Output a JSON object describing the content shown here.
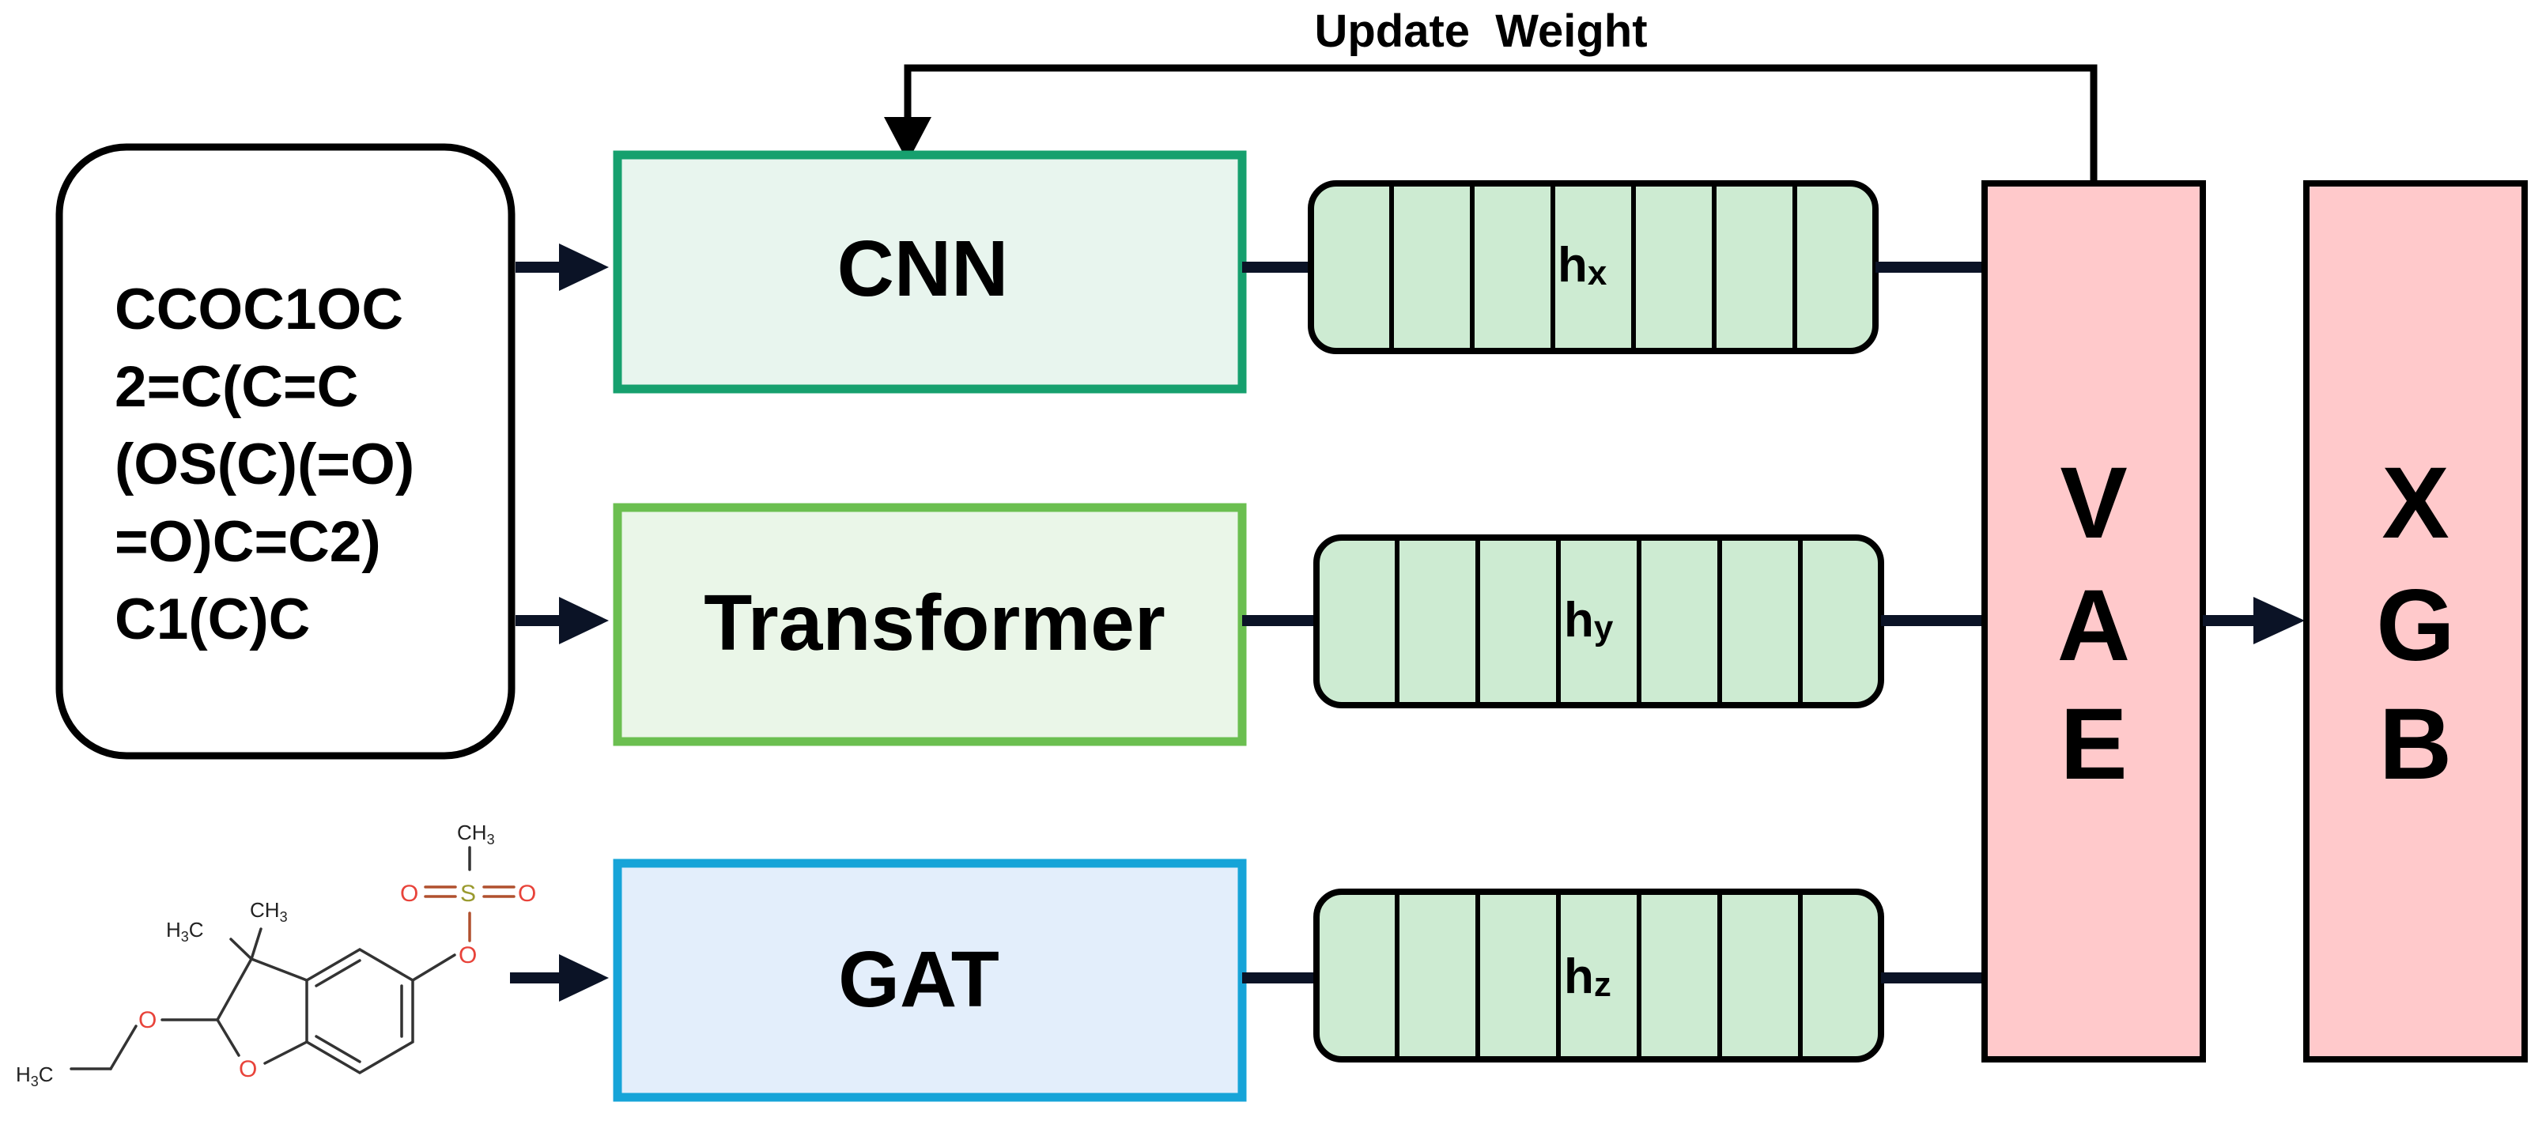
{
  "feedback": {
    "label": "Update  Weight"
  },
  "smiles": {
    "lines": [
      "CCOC1OC",
      "2=C(C=C",
      "(OS(C)(=O)",
      "=O)C=C2)",
      "C1(C)C"
    ]
  },
  "encoders": {
    "cnn": {
      "label": "CNN",
      "fill": "#E8F5EE",
      "stroke": "#16A06E"
    },
    "transformer": {
      "label": "Transformer",
      "fill": "#EAF6E8",
      "stroke": "#6BBF50"
    },
    "gat": {
      "label": "GAT",
      "fill": "#E3EEFB",
      "stroke": "#16A4D8"
    }
  },
  "embeddings": {
    "x": {
      "base": "h",
      "sub": "x"
    },
    "y": {
      "base": "h",
      "sub": "y"
    },
    "z": {
      "base": "h",
      "sub": "z"
    },
    "fill": "#CDEBD2"
  },
  "vae": {
    "letters": [
      "V",
      "A",
      "E"
    ],
    "fill": "#FFC9CB"
  },
  "xgb": {
    "letters": [
      "X",
      "G",
      "B"
    ],
    "fill": "#FFC9CB"
  },
  "molecule": {
    "labels": {
      "ch3_top": "CH",
      "ch3_top_sub": "3",
      "ch3_mid": "CH",
      "ch3_mid_sub": "3",
      "h3c_left": "H",
      "h3c_left_sub": "3",
      "h3c_left_c": "C",
      "h3c_bottom": "H",
      "h3c_bottom_sub": "3",
      "h3c_bottom_c": "C",
      "o1": "O",
      "o2": "O",
      "o3": "O",
      "o_ring": "O",
      "o_ether": "O",
      "s": "S"
    },
    "colors": {
      "oxygen": "#E8433A",
      "sulfur": "#9A9A2E",
      "bond": "#333333"
    }
  }
}
